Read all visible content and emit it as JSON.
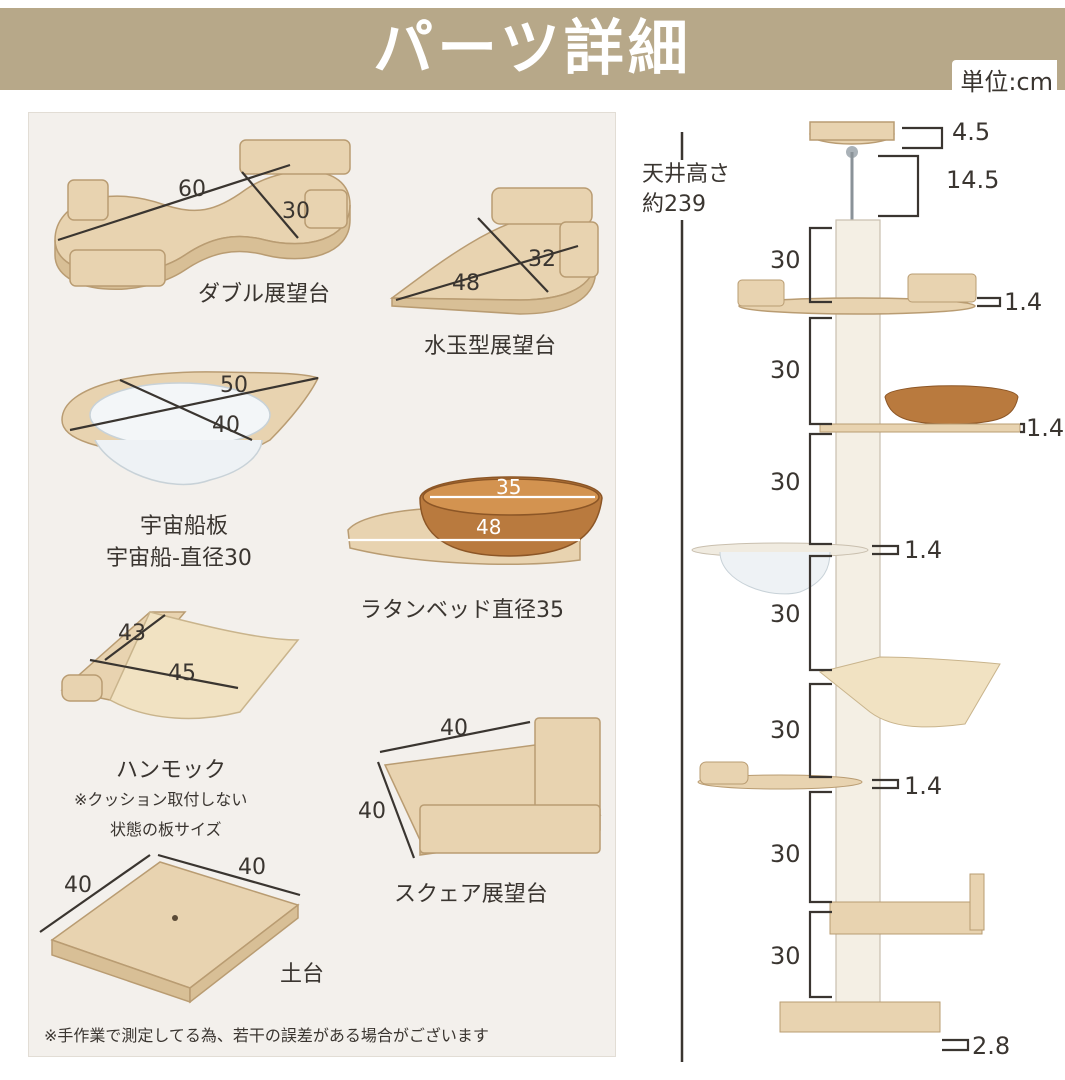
{
  "header": {
    "title": "パーツ詳細",
    "unit": "単位:cm"
  },
  "parts": {
    "double": {
      "name": "ダブル展望台",
      "w": "60",
      "d": "30"
    },
    "drop": {
      "name": "水玉型展望台",
      "w": "48",
      "d": "32"
    },
    "ufo": {
      "name_line1": "宇宙船板",
      "name_line2": "宇宙船-直径30",
      "w": "50",
      "d": "40"
    },
    "rattan": {
      "name": "ラタンベッド直径35",
      "w": "35",
      "d": "48"
    },
    "hammock": {
      "name": "ハンモック",
      "note1": "※クッション取付しない",
      "note2": "状態の板サイズ",
      "w": "43",
      "d": "45"
    },
    "square": {
      "name": "スクェア展望台",
      "w": "40",
      "d": "40"
    },
    "base": {
      "name": "土台",
      "w": "40",
      "d": "40"
    }
  },
  "note": "※手作業で測定してる為、若干の誤差がある場合がございます",
  "tower": {
    "ceiling_line1": "天井高さ",
    "ceiling_line2": "約239",
    "cap": "4.5",
    "spring": "14.5",
    "gaps": [
      "30",
      "30",
      "30",
      "30",
      "30",
      "30",
      "30"
    ],
    "shelf_thickness": [
      "1.4",
      "1.4",
      "1.4",
      "1.4"
    ],
    "base": "2.8"
  }
}
